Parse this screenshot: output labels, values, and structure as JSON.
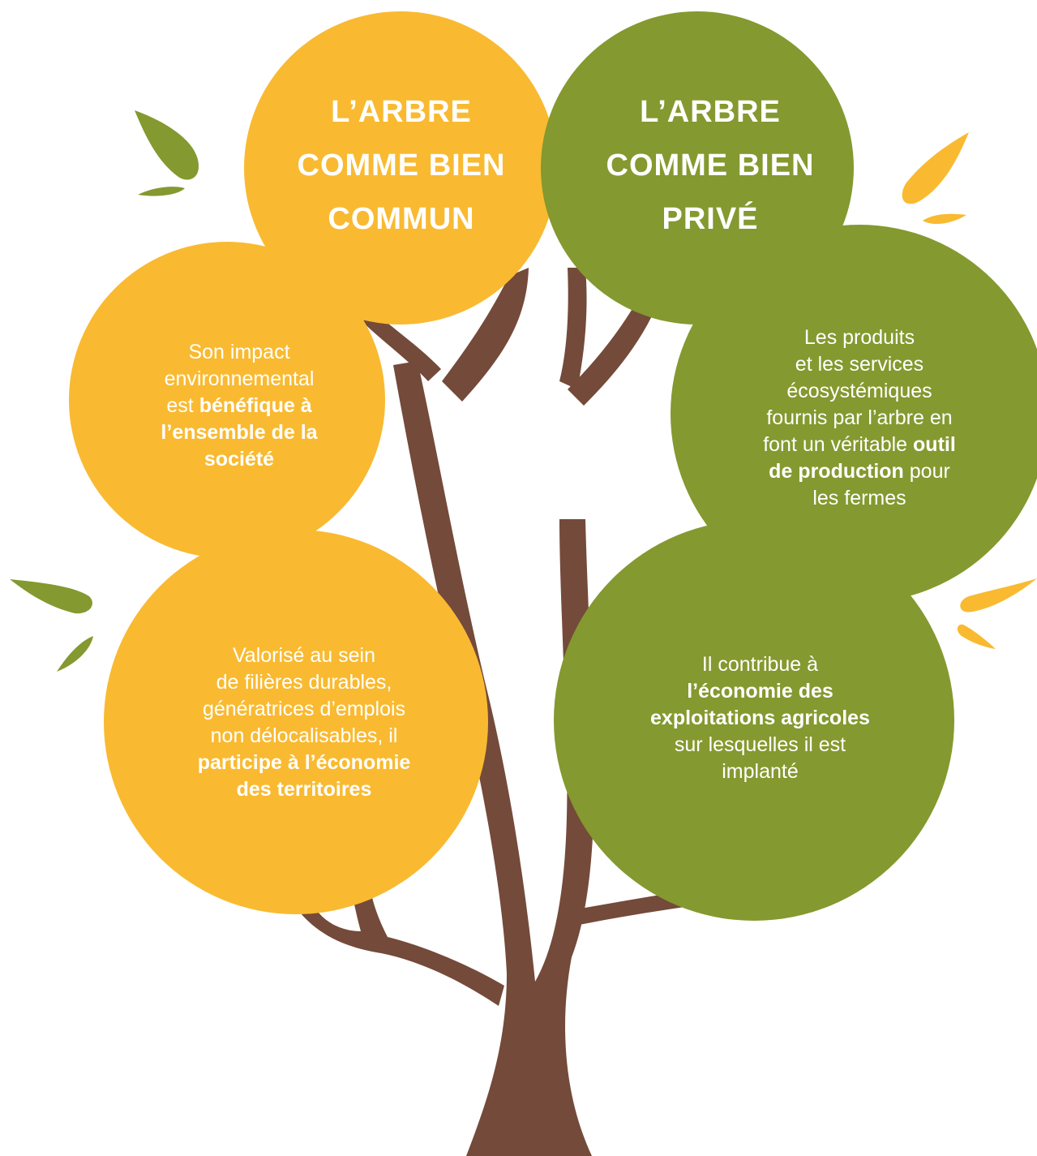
{
  "colors": {
    "yellow": "#F9BA31",
    "green": "#84992F",
    "trunk": "#744A3A",
    "text": "#FFFFFF"
  },
  "titles": {
    "commun": [
      "L’ARBRE",
      "COMME BIEN",
      "COMMUN"
    ],
    "prive": [
      "L’ARBRE",
      "COMME BIEN",
      "PRIVÉ"
    ]
  },
  "commun_impact": {
    "line1": "Son impact",
    "line2": "environnemental",
    "line3_plain": "est ",
    "line3_bold": "bénéfique à",
    "line4_bold": "l’ensemble de la",
    "line5_bold": "société"
  },
  "commun_economie": {
    "line1": "Valorisé au sein",
    "line2": "de filières durables,",
    "line3": "génératrices d’emplois",
    "line4": "non délocalisables, il",
    "line5_bold": "participe à l’économie",
    "line6_bold": "des territoires"
  },
  "prive_production": {
    "line1": "Les produits",
    "line2": "et les services",
    "line3": "écosystémiques",
    "line4": "fournis par l’arbre en",
    "line5_plain": "font un véritable ",
    "line5_bold": "outil",
    "line6_bold": "de production",
    "line6_plain": " pour",
    "line7": "les fermes"
  },
  "prive_economie": {
    "line1": "Il contribue à",
    "line2_bold": "l’économie des",
    "line3_bold": "exploitations agricoles",
    "line4": "sur lesquelles il est",
    "line5": "implanté"
  },
  "decor_icons": [
    "leaf-icon",
    "leaf-icon",
    "leaf-icon",
    "leaf-icon",
    "leaf-icon",
    "leaf-icon",
    "leaf-icon",
    "leaf-icon"
  ]
}
